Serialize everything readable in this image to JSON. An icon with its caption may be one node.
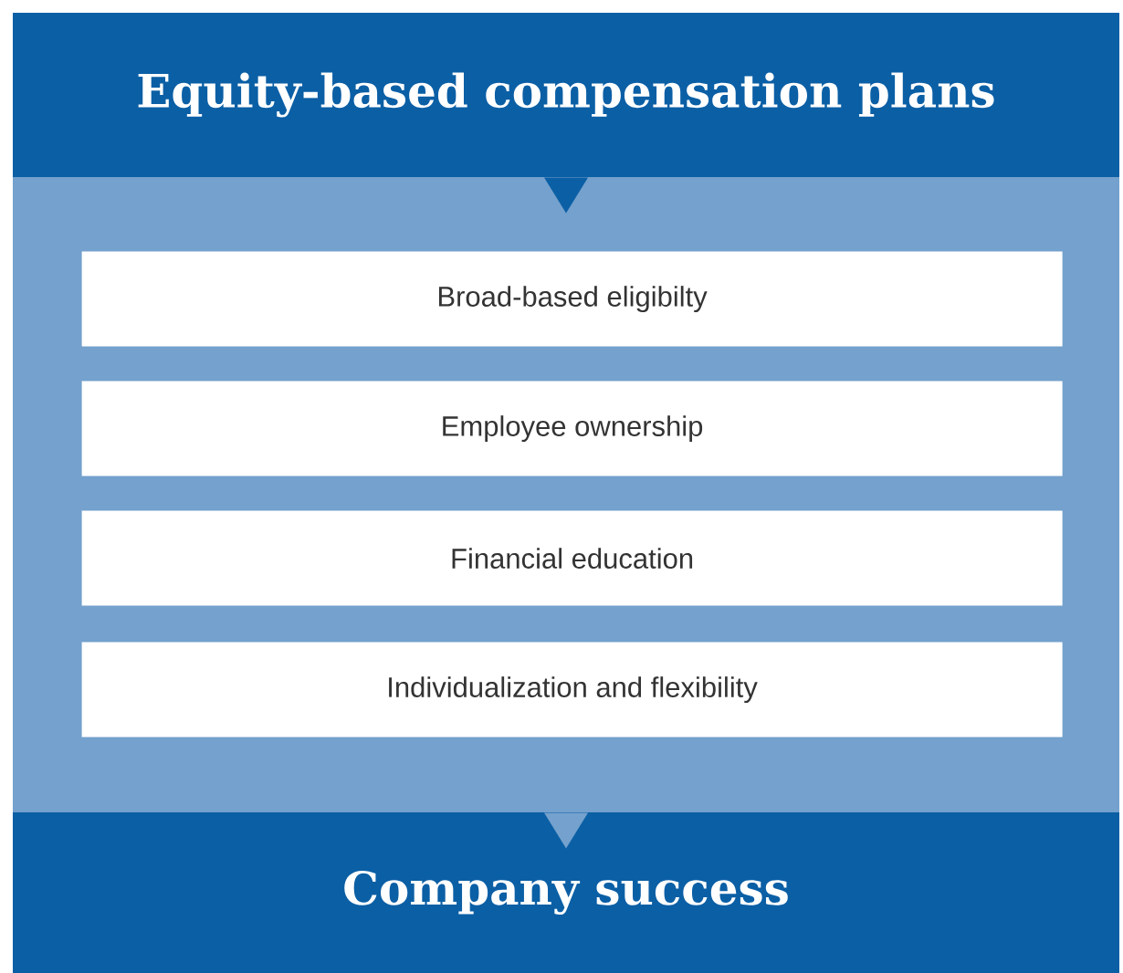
{
  "diagram": {
    "nodes": [
      {
        "text": [
          "Equity-based compensation plans"
        ]
      },
      {
        "text": [],
        "shape": "box"
      },
      {
        "text": [
          "Broad-based eligibilty"
        ],
        "in": 1
      },
      {
        "text": [
          "Employee ownership"
        ],
        "in": 1
      },
      {
        "text": [
          "Financial education"
        ],
        "in": 1
      },
      {
        "text": [
          "Individualization and flexibility"
        ],
        "in": 1
      },
      {
        "text": [
          "Company success"
        ]
      }
    ],
    "edges": [
      {
        "from": 0,
        "to": 1,
        "arrow": "to"
      },
      {
        "from": 1,
        "to": 6,
        "arrow": "to"
      }
    ]
  }
}
